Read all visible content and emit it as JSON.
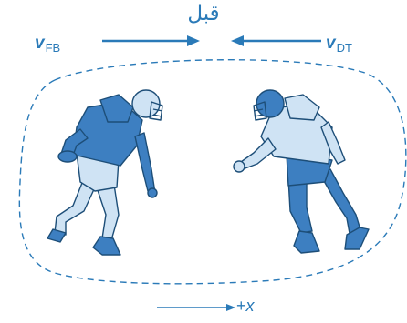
{
  "title": "قبل",
  "velocity_fb": {
    "symbol": "v",
    "subscript": "FB"
  },
  "velocity_dt": {
    "symbol": "v",
    "subscript": "DT"
  },
  "axis": {
    "sign": "+",
    "var": "x"
  },
  "colors": {
    "accent": "#2a7ab8",
    "jersey_dark": "#3d7fc1",
    "jersey_light": "#cfe3f4",
    "outline": "#1d4e78"
  },
  "icons": {
    "left_player": "football-player-icon",
    "right_player": "football-player-icon"
  }
}
